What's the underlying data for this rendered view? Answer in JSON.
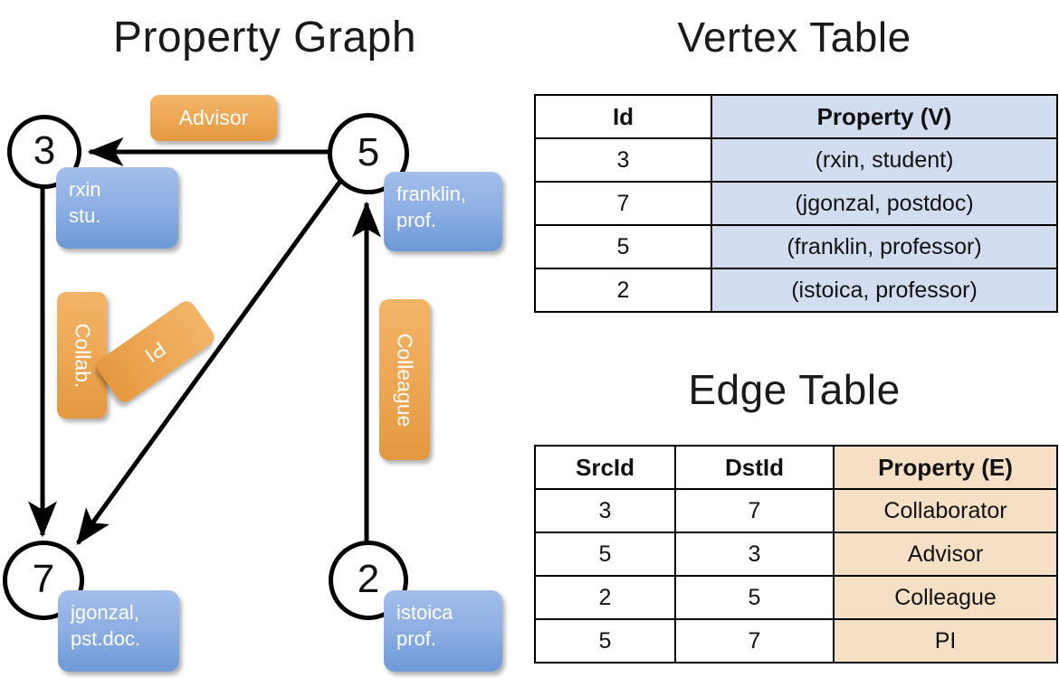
{
  "titles": {
    "property_graph": "Property Graph",
    "vertex_table": "Vertex Table",
    "edge_table": "Edge Table"
  },
  "colors": {
    "vertex_property_fill": "#d3ddf0",
    "edge_property_fill": "#f5dfc5",
    "vertex_callout": "#8fb0e4",
    "edge_callout": "#eea957",
    "stroke": "#000000",
    "background": "#ffffff"
  },
  "graph": {
    "nodes": [
      {
        "id": "3",
        "property_line1": "rxin",
        "property_line2": "stu."
      },
      {
        "id": "5",
        "property_line1": "franklin,",
        "property_line2": "prof."
      },
      {
        "id": "7",
        "property_line1": "jgonzal,",
        "property_line2": "pst.doc."
      },
      {
        "id": "2",
        "property_line1": "istoica",
        "property_line2": "prof."
      }
    ],
    "edges": [
      {
        "label": "Advisor",
        "src": "5",
        "dst": "3",
        "orientation": "horizontal"
      },
      {
        "label": "Collab.",
        "src": "3",
        "dst": "7",
        "orientation": "vertical"
      },
      {
        "label": "PI",
        "src": "5",
        "dst": "7",
        "orientation": "tilted"
      },
      {
        "label": "Colleague",
        "src": "2",
        "dst": "5",
        "orientation": "vertical"
      }
    ]
  },
  "vertex_table": {
    "headers": [
      "Id",
      "Property (V)"
    ],
    "rows": [
      [
        "3",
        "(rxin, student)"
      ],
      [
        "7",
        "(jgonzal, postdoc)"
      ],
      [
        "5",
        "(franklin, professor)"
      ],
      [
        "2",
        "(istoica, professor)"
      ]
    ]
  },
  "edge_table": {
    "headers": [
      "SrcId",
      "DstId",
      "Property (E)"
    ],
    "rows": [
      [
        "3",
        "7",
        "Collaborator"
      ],
      [
        "5",
        "3",
        "Advisor"
      ],
      [
        "2",
        "5",
        "Colleague"
      ],
      [
        "5",
        "7",
        "PI"
      ]
    ]
  }
}
